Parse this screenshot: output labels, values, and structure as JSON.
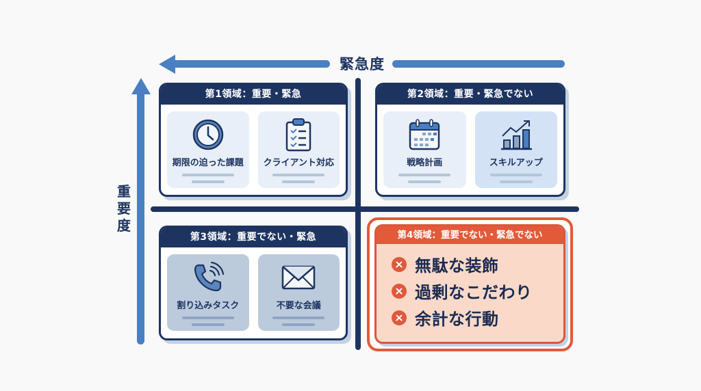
{
  "axes": {
    "horizontal": {
      "label": "緊急度",
      "direction": "left"
    },
    "vertical": {
      "label": "重要度",
      "direction": "up"
    }
  },
  "colors": {
    "navy": "#1d3461",
    "axis_blue": "#4a7fc1",
    "accent_orange": "#e25a3a",
    "q4_fill": "#fbd9c9",
    "tile_light": "#e8eff8",
    "tile_grey": "#bccbdc"
  },
  "quadrants": [
    {
      "title": "第1領域：重要・緊急",
      "tiles": [
        {
          "label": "期限の迫った課題",
          "icon": "clock-icon"
        },
        {
          "label": "クライアント対応",
          "icon": "clipboard-checklist-icon"
        }
      ]
    },
    {
      "title": "第2領域：重要・緊急でない",
      "tiles": [
        {
          "label": "戦略計画",
          "icon": "calendar-icon"
        },
        {
          "label": "スキルアップ",
          "icon": "growth-chart-icon"
        }
      ]
    },
    {
      "title": "第3領域：重要でない・緊急",
      "tiles": [
        {
          "label": "割り込みタスク",
          "icon": "phone-ringing-icon"
        },
        {
          "label": "不要な会議",
          "icon": "envelope-icon"
        }
      ]
    },
    {
      "title": "第4領域：重要でない・緊急でない",
      "items": [
        {
          "label": "無駄な装飾",
          "icon": "x-circle-icon"
        },
        {
          "label": "過剰なこだわり",
          "icon": "x-circle-icon"
        },
        {
          "label": "余計な行動",
          "icon": "x-circle-icon"
        }
      ]
    }
  ]
}
